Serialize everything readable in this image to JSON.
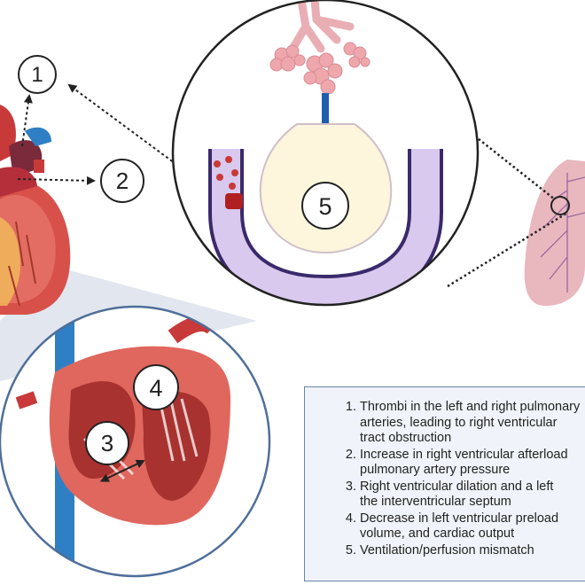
{
  "callouts": [
    "1",
    "2",
    "3",
    "4",
    "5"
  ],
  "legend": {
    "items": [
      [
        "Thrombi in the left and right pulmonary",
        "arteries, leading to right ventricular",
        "tract obstruction"
      ],
      [
        "Increase in right ventricular afterload",
        "pulmonary artery pressure"
      ],
      [
        "Right ventricular dilation and a left",
        "the interventricular septum"
      ],
      [
        "Decrease in left ventricular preload",
        "volume, and cardiac output"
      ],
      [
        "Ventilation/perfusion mismatch"
      ]
    ]
  },
  "colors": {
    "heart_red": "#c8393a",
    "vessel_blue": "#2f7fc4",
    "lung_pink": "#e9b7be",
    "vessel_lilac": "#d9c9ee",
    "outline_navy": "#3a2a6b",
    "arrow_blue": "#1f5fae",
    "lens_border": "#4f6f9a"
  }
}
